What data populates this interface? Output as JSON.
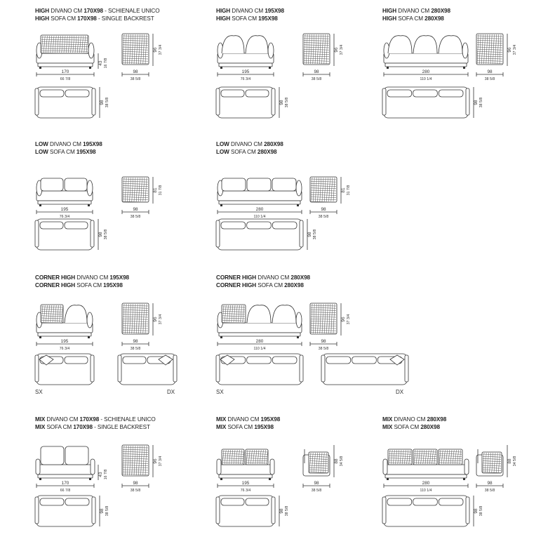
{
  "variants": [
    {
      "l1": {
        "b": "HIGH",
        "r": " DIVANO CM ",
        "b2": "170X98",
        "r2": " - SCHIENALE UNICO"
      },
      "l2": {
        "b": "HIGH",
        "r": " SOFA CM ",
        "b2": "170X98",
        "r2": " - SINGLE BACKREST"
      },
      "w": "170",
      "w_in": "66 7/8",
      "h": "43",
      "h_in": "16 7/8",
      "sh": "96",
      "sh_in": "37 3/4",
      "d": "98",
      "d_in": "38 5/8",
      "dt": "98",
      "dt_in": "38 5/8"
    },
    {
      "l1": {
        "b": "HIGH",
        "r": " DIVANO CM ",
        "b2": "195X98",
        "r2": ""
      },
      "l2": {
        "b": "HIGH",
        "r": " SOFA CM ",
        "b2": "195X98",
        "r2": ""
      },
      "w": "195",
      "w_in": "76 3/4",
      "sh": "96",
      "sh_in": "37 3/4",
      "d": "98",
      "d_in": "38 5/8",
      "dt": "98",
      "dt_in": "38 5/8"
    },
    {
      "l1": {
        "b": "HIGH",
        "r": " DIVANO CM ",
        "b2": "280X98",
        "r2": ""
      },
      "l2": {
        "b": "HIGH",
        "r": " SOFA CM ",
        "b2": "280X98",
        "r2": ""
      },
      "w": "280",
      "w_in": "110 1/4",
      "sh": "96",
      "sh_in": "37 3/4",
      "d": "98",
      "d_in": "38 5/8",
      "dt": "98",
      "dt_in": "38 5/8"
    },
    {
      "l1": {
        "b": "LOW",
        "r": " DIVANO CM ",
        "b2": "195X98",
        "r2": ""
      },
      "l2": {
        "b": "LOW",
        "r": " SOFA CM ",
        "b2": "195X98",
        "r2": ""
      },
      "w": "195",
      "w_in": "76 3/4",
      "sh": "81",
      "sh_in": "31 7/8",
      "d": "98",
      "d_in": "38 5/8",
      "dt": "98",
      "dt_in": "38 5/8"
    },
    {
      "l1": {
        "b": "LOW",
        "r": " DIVANO CM ",
        "b2": "280X98",
        "r2": ""
      },
      "l2": {
        "b": "LOW",
        "r": " SOFA CM ",
        "b2": "280X98",
        "r2": ""
      },
      "w": "280",
      "w_in": "110 1/4",
      "sh": "81",
      "sh_in": "31 7/8",
      "d": "98",
      "d_in": "38 5/8",
      "dt": "98",
      "dt_in": "38 5/8"
    },
    {
      "l1": {
        "b": "CORNER HIGH",
        "r": " DIVANO CM ",
        "b2": "195X98",
        "r2": ""
      },
      "l2": {
        "b": "CORNER HIGH",
        "r": " SOFA CM ",
        "b2": "195X98",
        "r2": ""
      },
      "w": "195",
      "w_in": "76 3/4",
      "sh": "96",
      "sh_in": "37 3/4",
      "d": "98",
      "d_in": "38 5/8",
      "dt": "98",
      "dt_in": "38 5/8",
      "sx": "SX",
      "dx": "DX"
    },
    {
      "l1": {
        "b": "CORNER HIGH",
        "r": " DIVANO CM ",
        "b2": "280X98",
        "r2": ""
      },
      "l2": {
        "b": "CORNER HIGH",
        "r": " SOFA CM ",
        "b2": "280X98",
        "r2": ""
      },
      "w": "280",
      "w_in": "110 1/4",
      "sh": "96",
      "sh_in": "37 3/4",
      "d": "98",
      "d_in": "38 5/8",
      "sx": "SX",
      "dx": "DX"
    },
    {
      "l1": {
        "b": "MIX",
        "r": " DIVANO CM ",
        "b2": "170X98",
        "r2": " - SCHIENALE UNICO"
      },
      "l2": {
        "b": "MIX",
        "r": " SOFA CM ",
        "b2": "170X98",
        "r2": " - SINGLE BACKREST"
      },
      "w": "170",
      "w_in": "66 7/8",
      "h": "43",
      "h_in": "16 7/8",
      "sh": "96",
      "sh_in": "37 3/4",
      "d": "98",
      "d_in": "38 5/8",
      "dt": "98",
      "dt_in": "38 5/8"
    },
    {
      "l1": {
        "b": "MIX",
        "r": " DIVANO CM ",
        "b2": "195X98",
        "r2": ""
      },
      "l2": {
        "b": "MIX",
        "r": " SOFA CM ",
        "b2": "195X98",
        "r2": ""
      },
      "w": "195",
      "w_in": "76 3/4",
      "sh": "88",
      "sh_in": "34 5/8",
      "d": "98",
      "d_in": "38 5/8",
      "dt": "98",
      "dt_in": "38 5/8"
    },
    {
      "l1": {
        "b": "MIX",
        "r": " DIVANO CM ",
        "b2": "280X98",
        "r2": ""
      },
      "l2": {
        "b": "MIX",
        "r": " SOFA CM ",
        "b2": "280X98",
        "r2": ""
      },
      "w": "280",
      "w_in": "110 1/4",
      "sh": "88",
      "sh_in": "34 5/8",
      "d": "98",
      "d_in": "38 5/8",
      "dt": "98",
      "dt_in": "38 5/8"
    }
  ]
}
